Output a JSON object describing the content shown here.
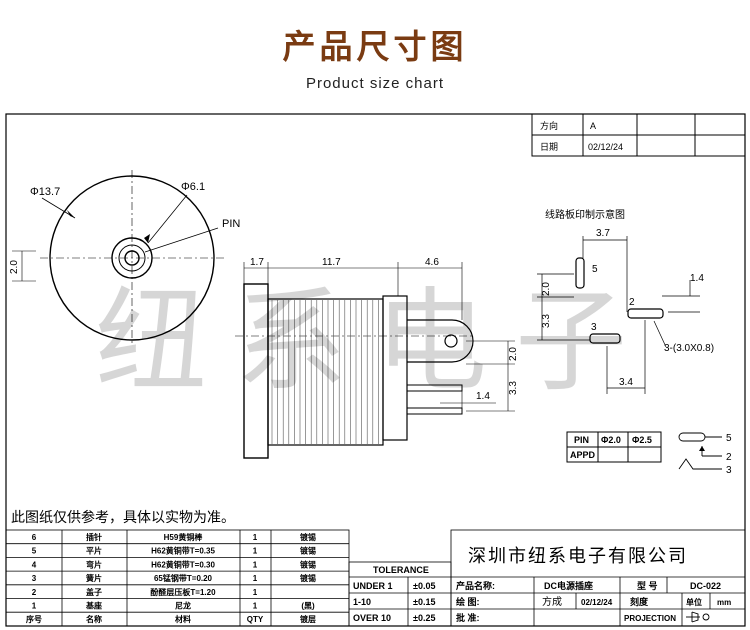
{
  "header": {
    "title": "产品尺寸图",
    "subtitle": "Product size chart"
  },
  "revision_block": {
    "direction_label": "方向",
    "direction_value": "A",
    "date_label": "日期",
    "date_value": "02/12/24"
  },
  "front_view": {
    "outer_diameter": "Φ13.7",
    "inner_diameter": "Φ6.1",
    "pin_label": "PIN",
    "offset_dim": "2.0"
  },
  "side_view": {
    "dim_flange": "1.7",
    "dim_body": "11.7",
    "dim_tail": "4.6",
    "dim_right_upper": "2.0",
    "dim_right_lower": "3.3",
    "dim_pin_offset": "1.4"
  },
  "pcb_layout": {
    "title": "线路板印制示意图",
    "dim_top": "3.7",
    "dim_left_upper": "2.0",
    "dim_left_lower": "3.3",
    "dim_bottom": "3.4",
    "dim_right": "1.4",
    "pad_label_1": "5",
    "pad_label_2": "2",
    "pad_label_3": "3",
    "slot_note": "3-(3.0X0.8)"
  },
  "pin_table": {
    "header_pin": "PIN",
    "header_size1": "Φ2.0",
    "header_size2": "Φ2.5",
    "row_label": "APPD"
  },
  "schematic": {
    "pin_5": "5",
    "pin_2": "2",
    "pin_3": "3"
  },
  "note": "此图纸仅供参考，具体以实物为准。",
  "watermark": "纽系电子",
  "bom": {
    "headers": [
      "序号",
      "名称",
      "材料",
      "QTY",
      "镀层"
    ],
    "rows": [
      {
        "no": "6",
        "name": "插针",
        "material": "H59黄铜棒",
        "qty": "1",
        "plating": "镀锡"
      },
      {
        "no": "5",
        "name": "平片",
        "material": "H62黄铜带T=0.35",
        "qty": "1",
        "plating": "镀锡"
      },
      {
        "no": "4",
        "name": "弯片",
        "material": "H62黄铜带T=0.30",
        "qty": "1",
        "plating": "镀锡"
      },
      {
        "no": "3",
        "name": "簧片",
        "material": "65锰钢带T=0.20",
        "qty": "1",
        "plating": "镀锡"
      },
      {
        "no": "2",
        "name": "盖子",
        "material": "酚醛层压板T=1.20",
        "qty": "1",
        "plating": ""
      },
      {
        "no": "1",
        "name": "基座",
        "material": "尼龙",
        "qty": "1",
        "plating": "(黑)"
      }
    ]
  },
  "tolerance": {
    "title": "TOLERANCE",
    "rows": [
      {
        "range": "UNDER 1",
        "value": "±0.05"
      },
      {
        "range": "1-10",
        "value": "±0.15"
      },
      {
        "range": "OVER 10",
        "value": "±0.25"
      }
    ]
  },
  "title_block": {
    "company": "深圳市纽系电子有限公司",
    "product_name_label": "产品名称:",
    "product_name": "DC电源插座",
    "model_label": "型 号",
    "model": "DC-022",
    "drawn_label": "绘 图:",
    "drawn_by": "方成",
    "drawn_date": "02/12/24",
    "scale_label": "刻度",
    "unit_label": "单位",
    "unit": "mm",
    "approved_label": "批 准:",
    "projection_label": "PROJECTION"
  }
}
